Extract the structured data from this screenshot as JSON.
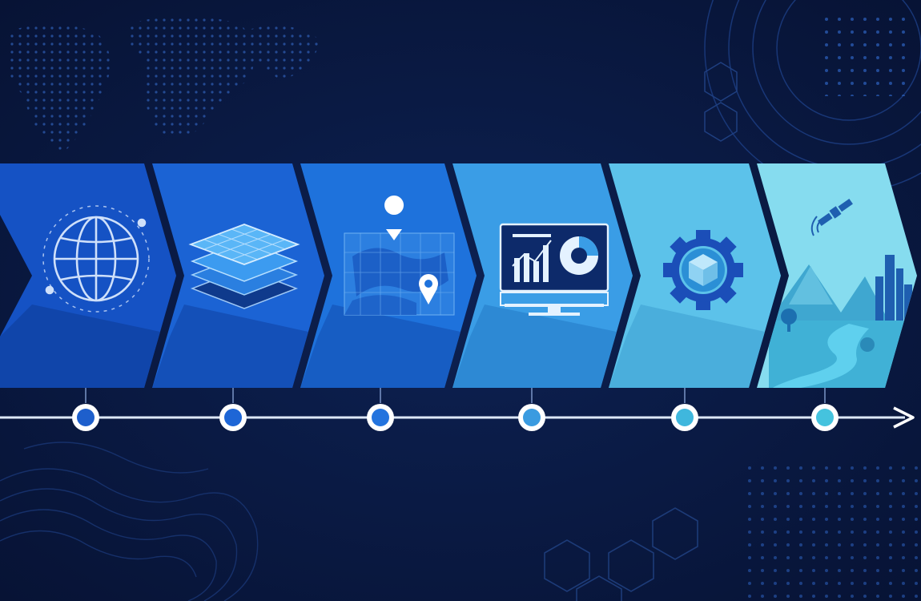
{
  "diagram": {
    "stages": [
      {
        "id": "stage-1",
        "icon": "globe-icon",
        "fill": "#1552c4",
        "shadow": "#0f3f9e",
        "dot": "#1e5fcc"
      },
      {
        "id": "stage-2",
        "icon": "layers-icon",
        "fill": "#1b63d4",
        "shadow": "#134bb0",
        "dot": "#1e66d6"
      },
      {
        "id": "stage-3",
        "icon": "map-pins-icon",
        "fill": "#1e72dc",
        "shadow": "#1558bd",
        "dot": "#2474de"
      },
      {
        "id": "stage-4",
        "icon": "dashboard-icon",
        "fill": "#3a9de6",
        "shadow": "#2b84cf",
        "dot": "#3a9be0"
      },
      {
        "id": "stage-5",
        "icon": "gear-cube-icon",
        "fill": "#5cc2ea",
        "shadow": "#46a9d8",
        "dot": "#3fb7dd"
      },
      {
        "id": "stage-6",
        "icon": "landscape-city-satellite-icon",
        "fill": "#86dcef",
        "shadow": "#60c2e2",
        "dot": "#45c3de"
      }
    ],
    "timeline": {
      "color": "#dde8f8",
      "arrow": "arrow-right-icon"
    },
    "background": {
      "color": "#0a1a44",
      "decor": [
        "world-map-icon",
        "topographic-lines-icon",
        "hexagon-icon",
        "radar-arcs-icon"
      ]
    }
  }
}
